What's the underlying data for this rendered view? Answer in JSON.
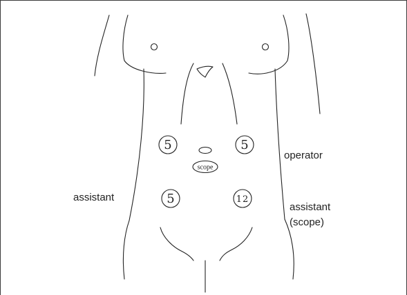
{
  "ports": {
    "upper_left": "5",
    "upper_right": "5",
    "lower_left": "5",
    "lower_right": "12",
    "scope": "scope"
  },
  "labels": {
    "operator": "operator",
    "assistant_left": "assistant",
    "assistant_scope_line1": "assistant",
    "assistant_scope_line2": "(scope)"
  },
  "colors": {
    "line": "#222222",
    "background": "#ffffff"
  }
}
